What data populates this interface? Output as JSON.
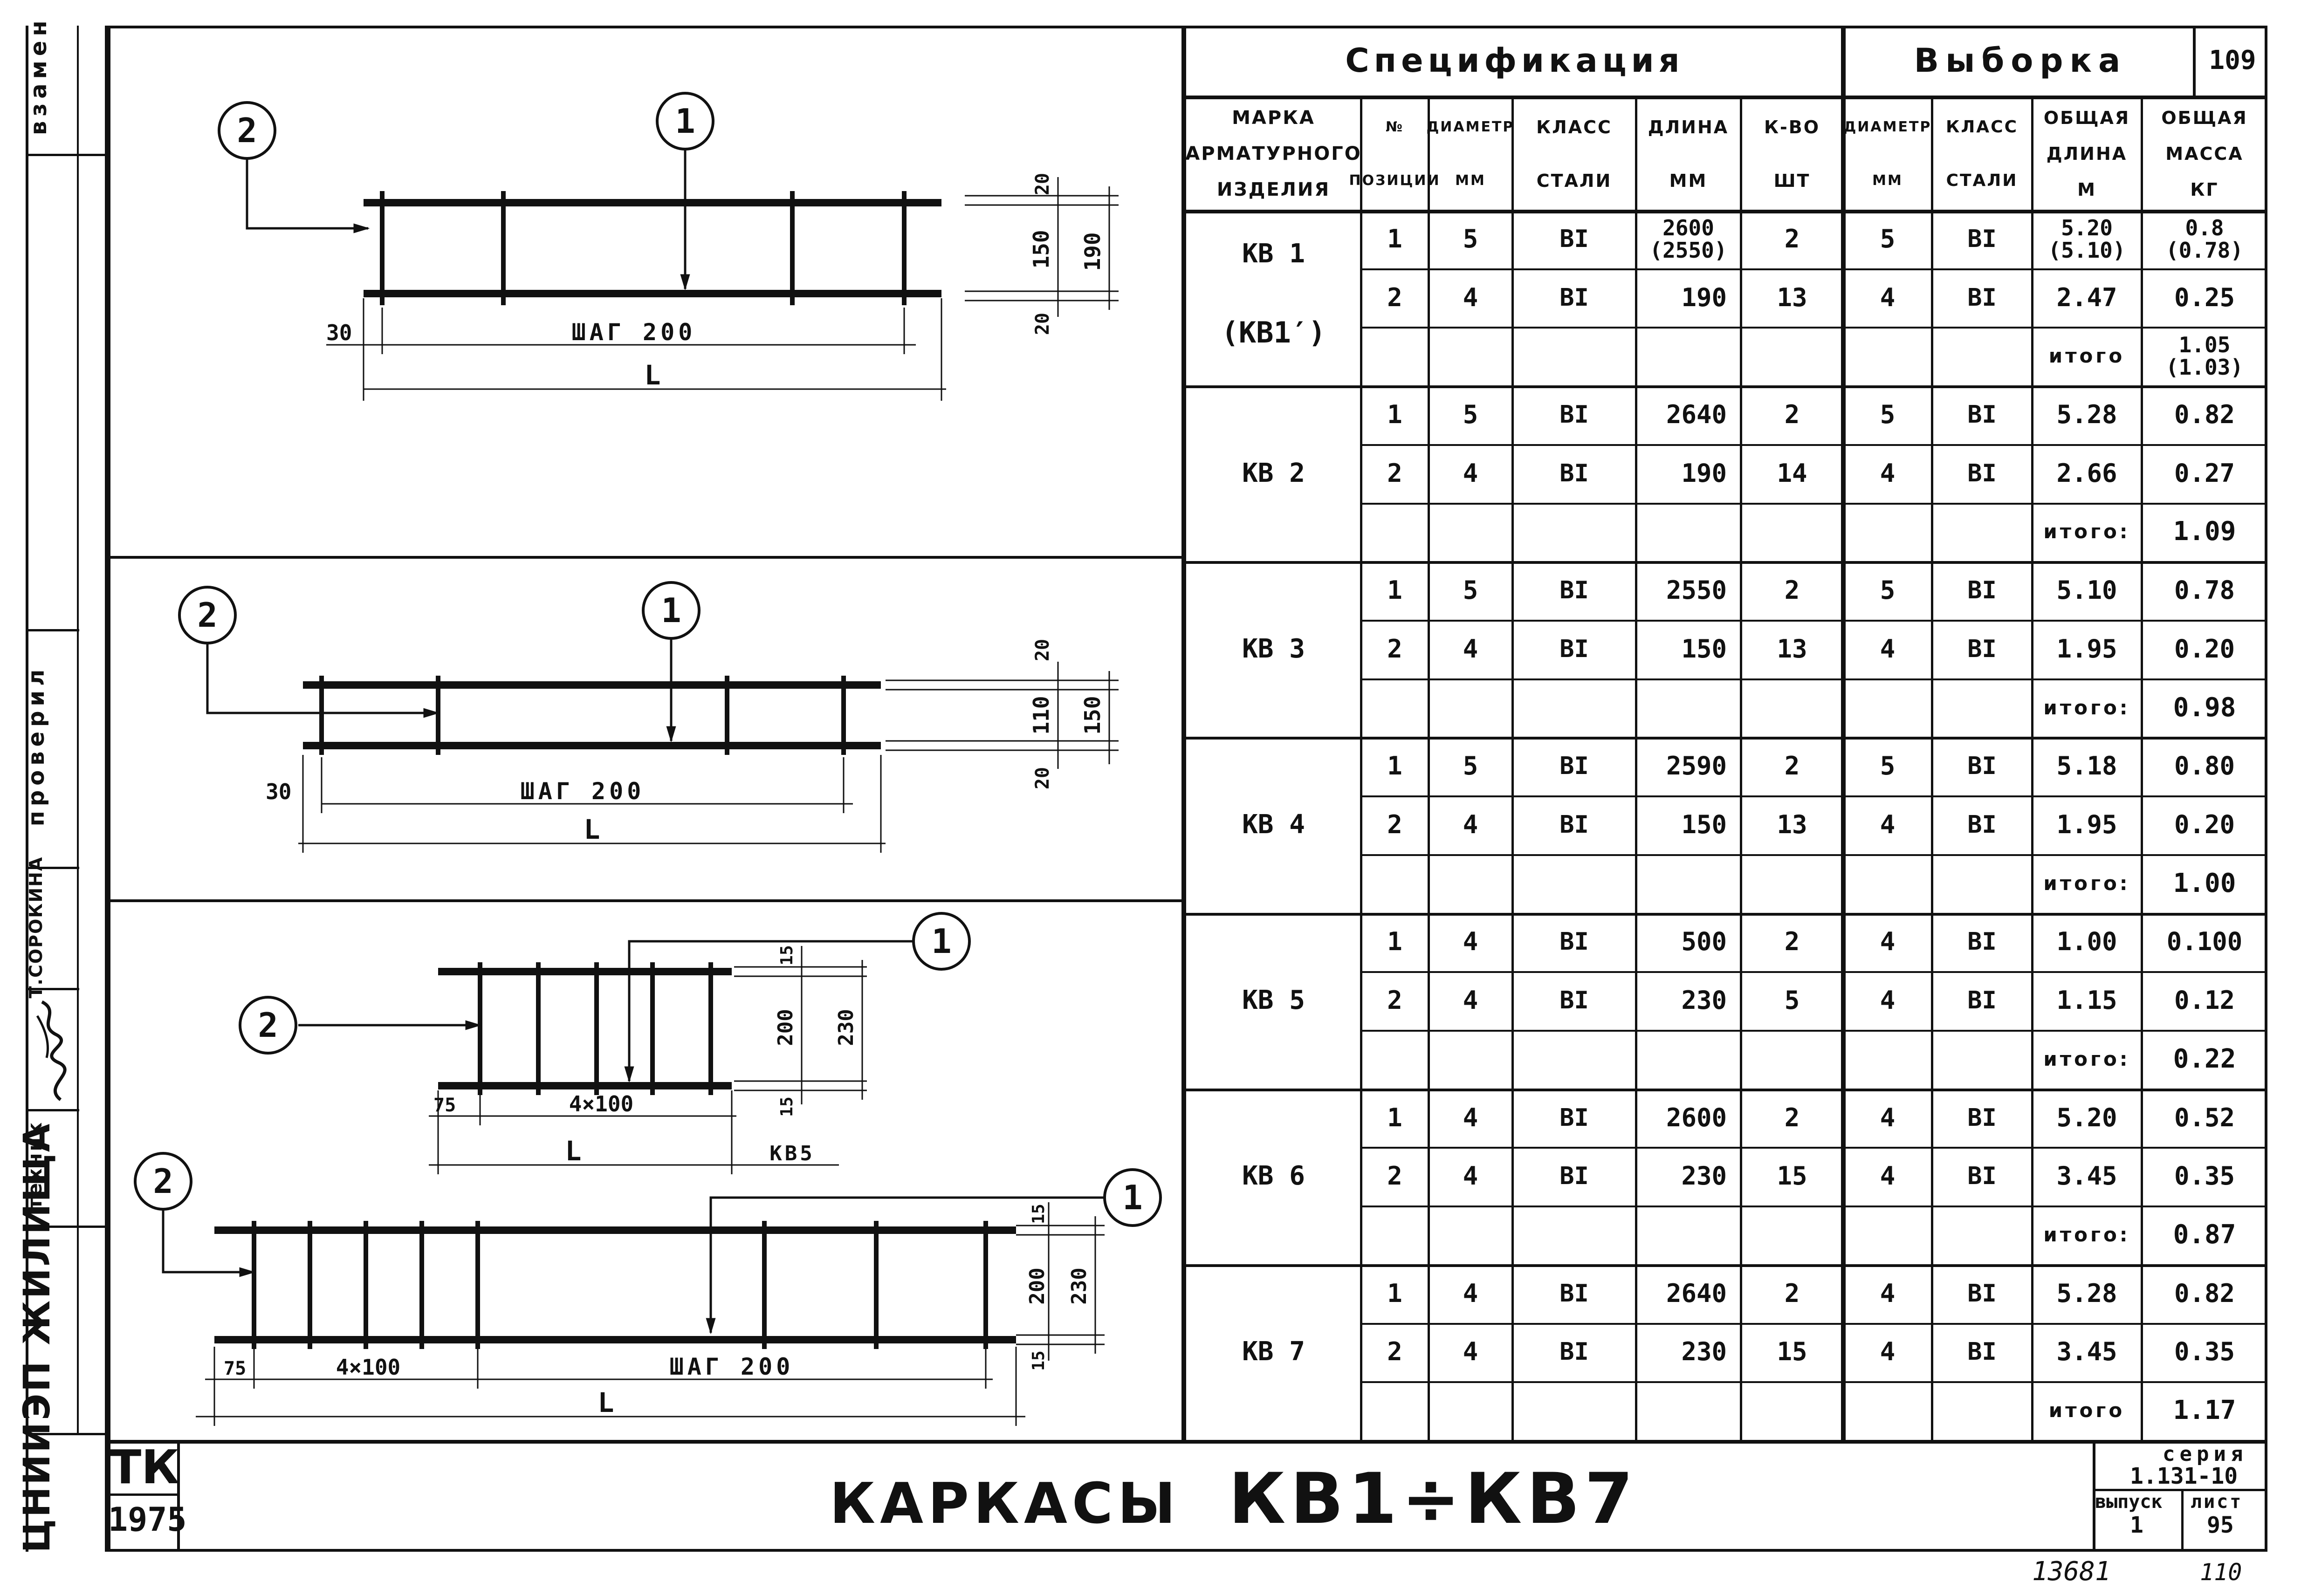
{
  "sheet": {
    "sheet_number": "109",
    "title_prefix": "КАРКАСЫ",
    "title_range": "КВ1÷КВ7",
    "stamp_top": "ТК",
    "stamp_year": "1975",
    "series_label": "серия",
    "series_value": "1.131-10",
    "issue_label": "выпуск",
    "issue_value": "1",
    "list_label": "лист",
    "list_value": "95",
    "footer_left": "13681",
    "footer_right": "110"
  },
  "side": {
    "zamen": "взамен",
    "proveril": "проверил",
    "sorokina": "Т.СОРОКИНА",
    "tekhnik": "техник",
    "org": "ЦНИИЭП ЖИЛИЩА"
  },
  "drawing": {
    "d1": {
      "callout1": "1",
      "callout2": "2",
      "dim_20a": "20",
      "dim_150": "150",
      "dim_190": "190",
      "dim_20b": "20",
      "dim_30": "30",
      "step": "ШАГ 200",
      "length": "L"
    },
    "d2": {
      "callout1": "1",
      "callout2": "2",
      "dim_20a": "20",
      "dim_110": "110",
      "dim_150": "150",
      "dim_20b": "20",
      "dim_30": "30",
      "step": "ШАГ 200",
      "length": "L"
    },
    "d3": {
      "callout1": "1",
      "callout2": "2",
      "dim_15a": "15",
      "dim_200": "200",
      "dim_230": "230",
      "dim_15b": "15",
      "dim_75": "75",
      "step": "4×100",
      "length": "L",
      "mark": "КВ5"
    },
    "d4": {
      "callout1": "1",
      "callout2": "2",
      "dim_15a": "15",
      "dim_200": "200",
      "dim_230": "230",
      "dim_15b": "15",
      "dim_75": "75",
      "step1": "4×100",
      "step2": "ШАГ 200",
      "length": "L"
    }
  },
  "table": {
    "spec_title": "Спецификация",
    "vyborka_title": "Выборка",
    "headers": {
      "marka": [
        "МАРКА",
        "АРМАТУРНОГО",
        "ИЗДЕЛИЯ"
      ],
      "pos": [
        "№",
        "ПОЗИЦИИ"
      ],
      "diam": [
        "ДИАМЕТР",
        "ММ"
      ],
      "klass": [
        "КЛАСС",
        "СТАЛИ"
      ],
      "dlina": [
        "ДЛИНА",
        "ММ"
      ],
      "kvo": [
        "К-ВО",
        "ШТ"
      ],
      "diam2": [
        "ДИАМЕТР",
        "ММ"
      ],
      "klass2": [
        "КЛАСС",
        "СТАЛИ"
      ],
      "obsh_dlina": [
        "ОБЩАЯ",
        "ДЛИНА",
        "М"
      ],
      "obsh_massa": [
        "ОБЩАЯ",
        "МАССА",
        "КГ"
      ]
    },
    "groups": [
      {
        "mark": "КВ 1",
        "mark2": "(КВ1′)",
        "rows": [
          {
            "pos": "1",
            "d": "5",
            "cl": "ВI",
            "len": "2600",
            "len2": "(2550)",
            "qty": "2",
            "d2": "5",
            "cl2": "ВI",
            "tl": "5.20",
            "tl2": "(5.10)",
            "m": "0.8",
            "m2": "(0.78)"
          },
          {
            "pos": "2",
            "d": "4",
            "cl": "ВI",
            "len": "190",
            "qty": "13",
            "d2": "4",
            "cl2": "ВI",
            "tl": "2.47",
            "m": "0.25"
          }
        ],
        "total_label": "итого",
        "total": "1.05",
        "total2": "(1.03)"
      },
      {
        "mark": "КВ 2",
        "rows": [
          {
            "pos": "1",
            "d": "5",
            "cl": "ВI",
            "len": "2640",
            "qty": "2",
            "d2": "5",
            "cl2": "ВI",
            "tl": "5.28",
            "m": "0.82"
          },
          {
            "pos": "2",
            "d": "4",
            "cl": "ВI",
            "len": "190",
            "qty": "14",
            "d2": "4",
            "cl2": "ВI",
            "tl": "2.66",
            "m": "0.27"
          }
        ],
        "total_label": "итого:",
        "total": "1.09"
      },
      {
        "mark": "КВ 3",
        "rows": [
          {
            "pos": "1",
            "d": "5",
            "cl": "ВI",
            "len": "2550",
            "qty": "2",
            "d2": "5",
            "cl2": "ВI",
            "tl": "5.10",
            "m": "0.78"
          },
          {
            "pos": "2",
            "d": "4",
            "cl": "ВI",
            "len": "150",
            "qty": "13",
            "d2": "4",
            "cl2": "ВI",
            "tl": "1.95",
            "m": "0.20"
          }
        ],
        "total_label": "итого:",
        "total": "0.98"
      },
      {
        "mark": "КВ 4",
        "rows": [
          {
            "pos": "1",
            "d": "5",
            "cl": "ВI",
            "len": "2590",
            "qty": "2",
            "d2": "5",
            "cl2": "ВI",
            "tl": "5.18",
            "m": "0.80"
          },
          {
            "pos": "2",
            "d": "4",
            "cl": "ВI",
            "len": "150",
            "qty": "13",
            "d2": "4",
            "cl2": "ВI",
            "tl": "1.95",
            "m": "0.20"
          }
        ],
        "total_label": "итого:",
        "total": "1.00"
      },
      {
        "mark": "КВ 5",
        "rows": [
          {
            "pos": "1",
            "d": "4",
            "cl": "ВI",
            "len": "500",
            "qty": "2",
            "d2": "4",
            "cl2": "ВI",
            "tl": "1.00",
            "m": "0.100"
          },
          {
            "pos": "2",
            "d": "4",
            "cl": "ВI",
            "len": "230",
            "qty": "5",
            "d2": "4",
            "cl2": "ВI",
            "tl": "1.15",
            "m": "0.12"
          }
        ],
        "total_label": "итого:",
        "total": "0.22"
      },
      {
        "mark": "КВ 6",
        "rows": [
          {
            "pos": "1",
            "d": "4",
            "cl": "ВI",
            "len": "2600",
            "qty": "2",
            "d2": "4",
            "cl2": "ВI",
            "tl": "5.20",
            "m": "0.52"
          },
          {
            "pos": "2",
            "d": "4",
            "cl": "ВI",
            "len": "230",
            "qty": "15",
            "d2": "4",
            "cl2": "ВI",
            "tl": "3.45",
            "m": "0.35"
          }
        ],
        "total_label": "итого:",
        "total": "0.87"
      },
      {
        "mark": "КВ 7",
        "rows": [
          {
            "pos": "1",
            "d": "4",
            "cl": "ВI",
            "len": "2640",
            "qty": "2",
            "d2": "4",
            "cl2": "ВI",
            "tl": "5.28",
            "m": "0.82"
          },
          {
            "pos": "2",
            "d": "4",
            "cl": "ВI",
            "len": "230",
            "qty": "15",
            "d2": "4",
            "cl2": "ВI",
            "tl": "3.45",
            "m": "0.35"
          }
        ],
        "total_label": "итого",
        "total": "1.17"
      }
    ]
  }
}
